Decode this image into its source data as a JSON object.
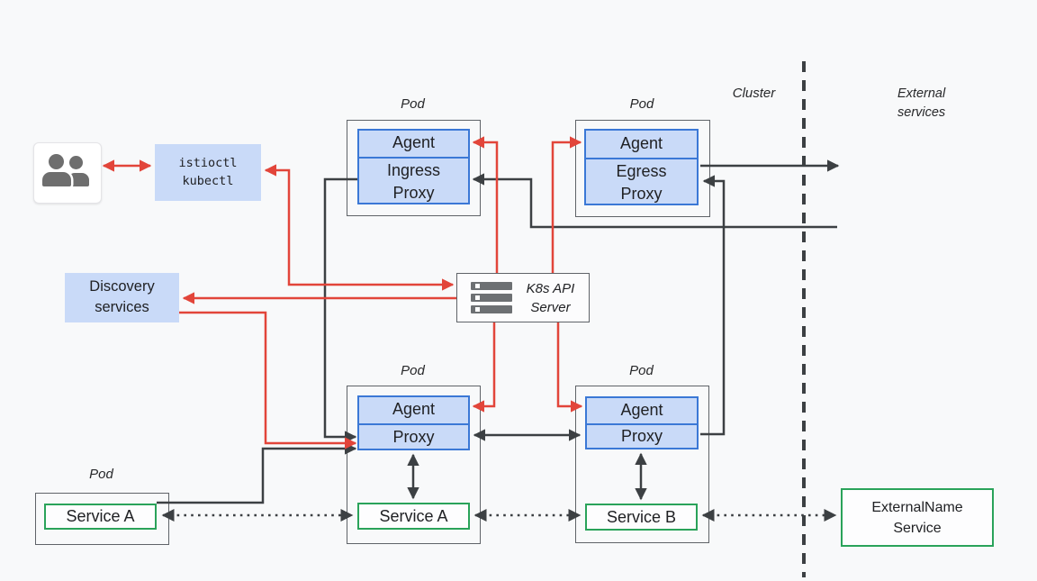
{
  "colors": {
    "bg": "#f8f9fa",
    "blue_fill": "#c9daf8",
    "blue_border": "#3b78d6",
    "green": "#2aa35a",
    "red": "#e2453a",
    "dark": "#3c4043",
    "pod_border": "#5f6368",
    "text": "#202124",
    "icon_gray": "#6e6e6e"
  },
  "icons": {
    "users": "users-icon",
    "server": "server-stack-icon"
  },
  "diagram": {
    "pod_label": "Pod",
    "cluster_label": "Cluster",
    "external_label_line1": "External",
    "external_label_line2": "services",
    "cli_box": {
      "line1": "istioctl",
      "line2": "kubectl"
    },
    "discovery_box": {
      "line1": "Discovery",
      "line2": "services"
    },
    "k8s_api_box": {
      "line1": "K8s API",
      "line2": "Server"
    },
    "ingress_pod": {
      "agent": "Agent",
      "proxy_line1": "Ingress",
      "proxy_line2": "Proxy"
    },
    "egress_pod": {
      "agent": "Agent",
      "proxy_line1": "Egress",
      "proxy_line2": "Proxy"
    },
    "service_a_pod": {
      "agent": "Agent",
      "proxy": "Proxy",
      "service": "Service A"
    },
    "service_b_pod": {
      "agent": "Agent",
      "proxy": "Proxy",
      "service": "Service B"
    },
    "standalone_pod": {
      "service": "Service A"
    },
    "external_name_box": {
      "line1": "ExternalName",
      "line2": "Service"
    }
  }
}
